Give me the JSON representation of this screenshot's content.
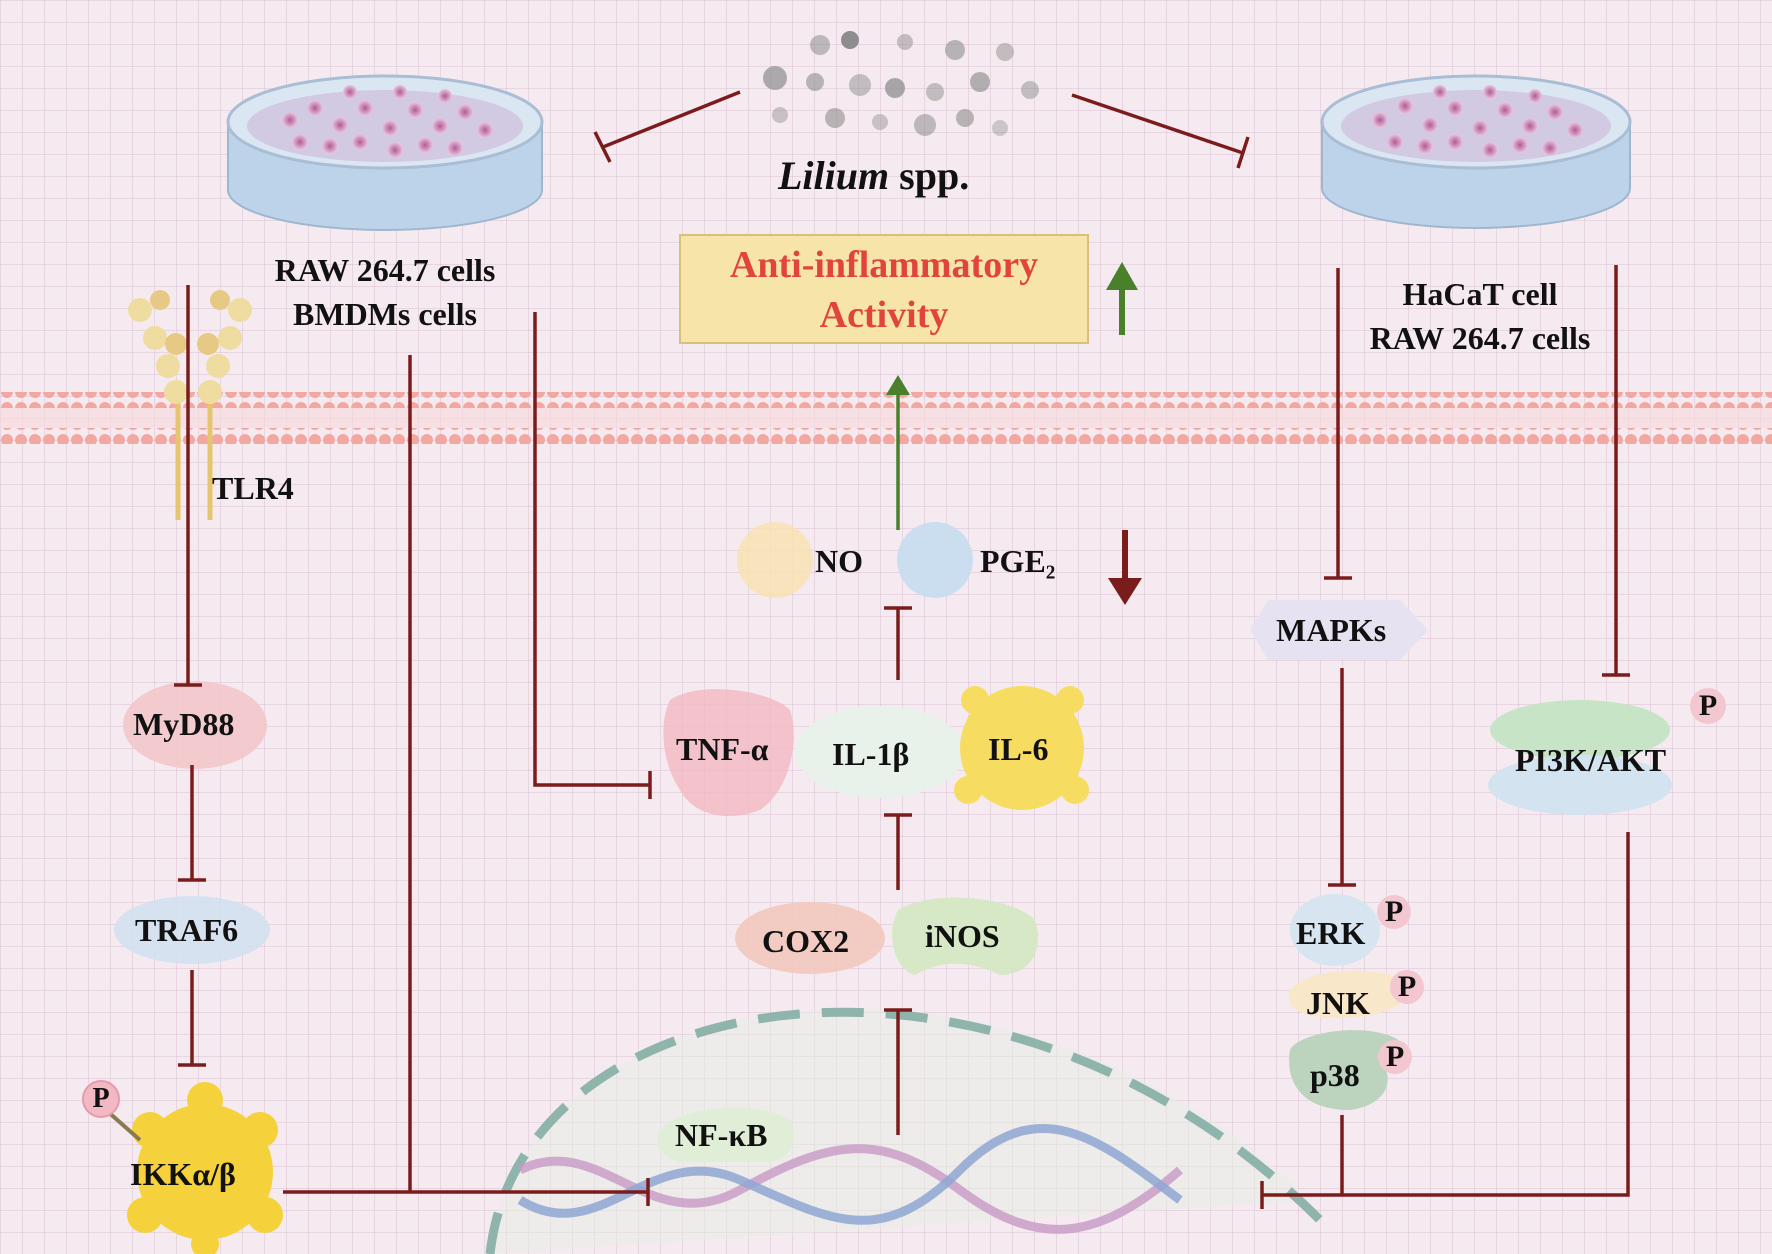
{
  "plant": {
    "genus": "Lilium",
    "suffix": "spp."
  },
  "activity": {
    "line1": "Anti-inflammatory",
    "line2": "Activity"
  },
  "left_cells": {
    "line1": "RAW 264.7 cells",
    "line2": "BMDMs cells"
  },
  "right_cells": {
    "line1": "HaCaT cell",
    "line2": "RAW 264.7 cells"
  },
  "receptor": "TLR4",
  "left_pathway": {
    "myd88": "MyD88",
    "traf6": "TRAF6",
    "ikk": "IKKα/β"
  },
  "mediators": {
    "no": "NO",
    "pge2": "PGE₂"
  },
  "cytokines": {
    "tnf": "TNF-α",
    "il1b": "IL-1β",
    "il6": "IL-6"
  },
  "enzymes": {
    "cox2": "COX2",
    "inos": "iNOS"
  },
  "nucleus": {
    "nfkb": "NF-κB"
  },
  "right_pathway": {
    "mapks": "MAPKs",
    "pi3k": "PI3K/AKT",
    "erk": "ERK",
    "jnk": "JNK",
    "p38": "p38"
  },
  "phospho_label": "P",
  "colors": {
    "inhibit": "#7a1c1c",
    "promote": "#4a7f2c",
    "activity_text": "#e0443c",
    "activity_box": "#f6e3a6",
    "membrane": "#f2a7a0"
  }
}
